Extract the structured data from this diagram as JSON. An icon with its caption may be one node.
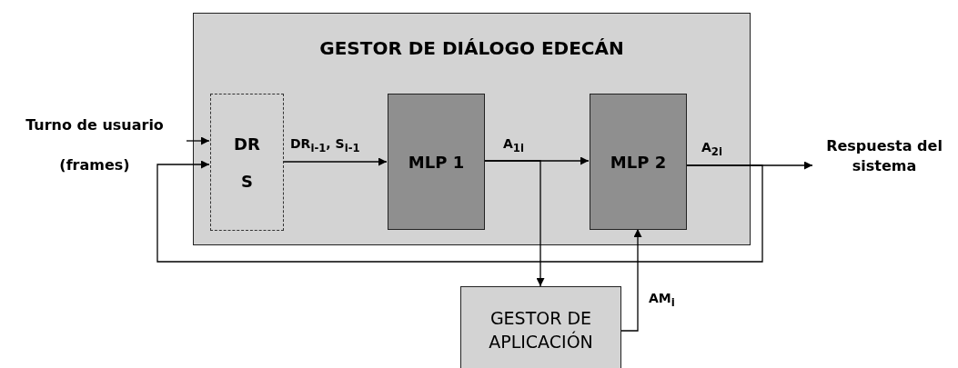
{
  "diagram": {
    "nodes": [
      {
        "text": [
          "GESTOR DE DIÁLOGO EDECÁN"
        ]
      },
      {
        "text": [
          "DR",
          "S"
        ],
        "in": 0
      },
      {
        "text": [
          "MLP 1"
        ],
        "in": 0
      },
      {
        "text": [
          "MLP 2"
        ],
        "in": 0
      },
      {
        "text": [
          "Turno de usuario (frames)"
        ]
      },
      {
        "text": [
          "Respuesta del sistema"
        ]
      },
      {
        "text": [
          "GESTOR DE APLICACIÓN"
        ]
      }
    ],
    "edges": [
      {
        "from": 4,
        "to": 1,
        "arrow": "to"
      },
      {
        "from": 1,
        "to": 2,
        "arrow": "to",
        "label": "DR$_{i-1}$, S$_{i-1}$"
      },
      {
        "from": 2,
        "to": 3,
        "arrow": "to",
        "label": "A$_{1i}$"
      },
      {
        "from": 2,
        "to": 6,
        "arrow": "to"
      },
      {
        "from": 3,
        "to": 5,
        "arrow": "to",
        "label": "A$_{2i}$"
      },
      {
        "from": 3,
        "to": 1,
        "arrow": "to"
      },
      {
        "from": 6,
        "to": 3,
        "arrow": "to",
        "label": "AM$_{i}$"
      }
    ]
  }
}
